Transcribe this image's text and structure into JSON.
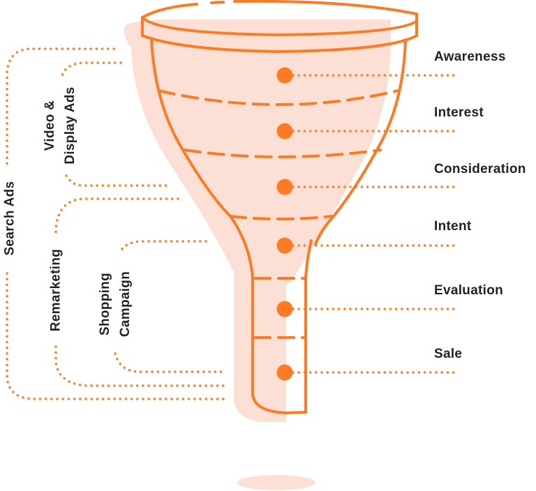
{
  "colors": {
    "accent": "#FF7A22",
    "shadow": "#FDE0D5",
    "text": "#222222"
  },
  "stages": [
    "Awareness",
    "Interest",
    "Consideration",
    "Intent",
    "Evaluation",
    "Sale"
  ],
  "channels": {
    "search_ads": "Search Ads",
    "video_display_line1": "Video &",
    "video_display_line2": "Display Ads",
    "remarketing": "Remarketing",
    "shopping_line1": "Shopping",
    "shopping_line2": "Campaign"
  }
}
